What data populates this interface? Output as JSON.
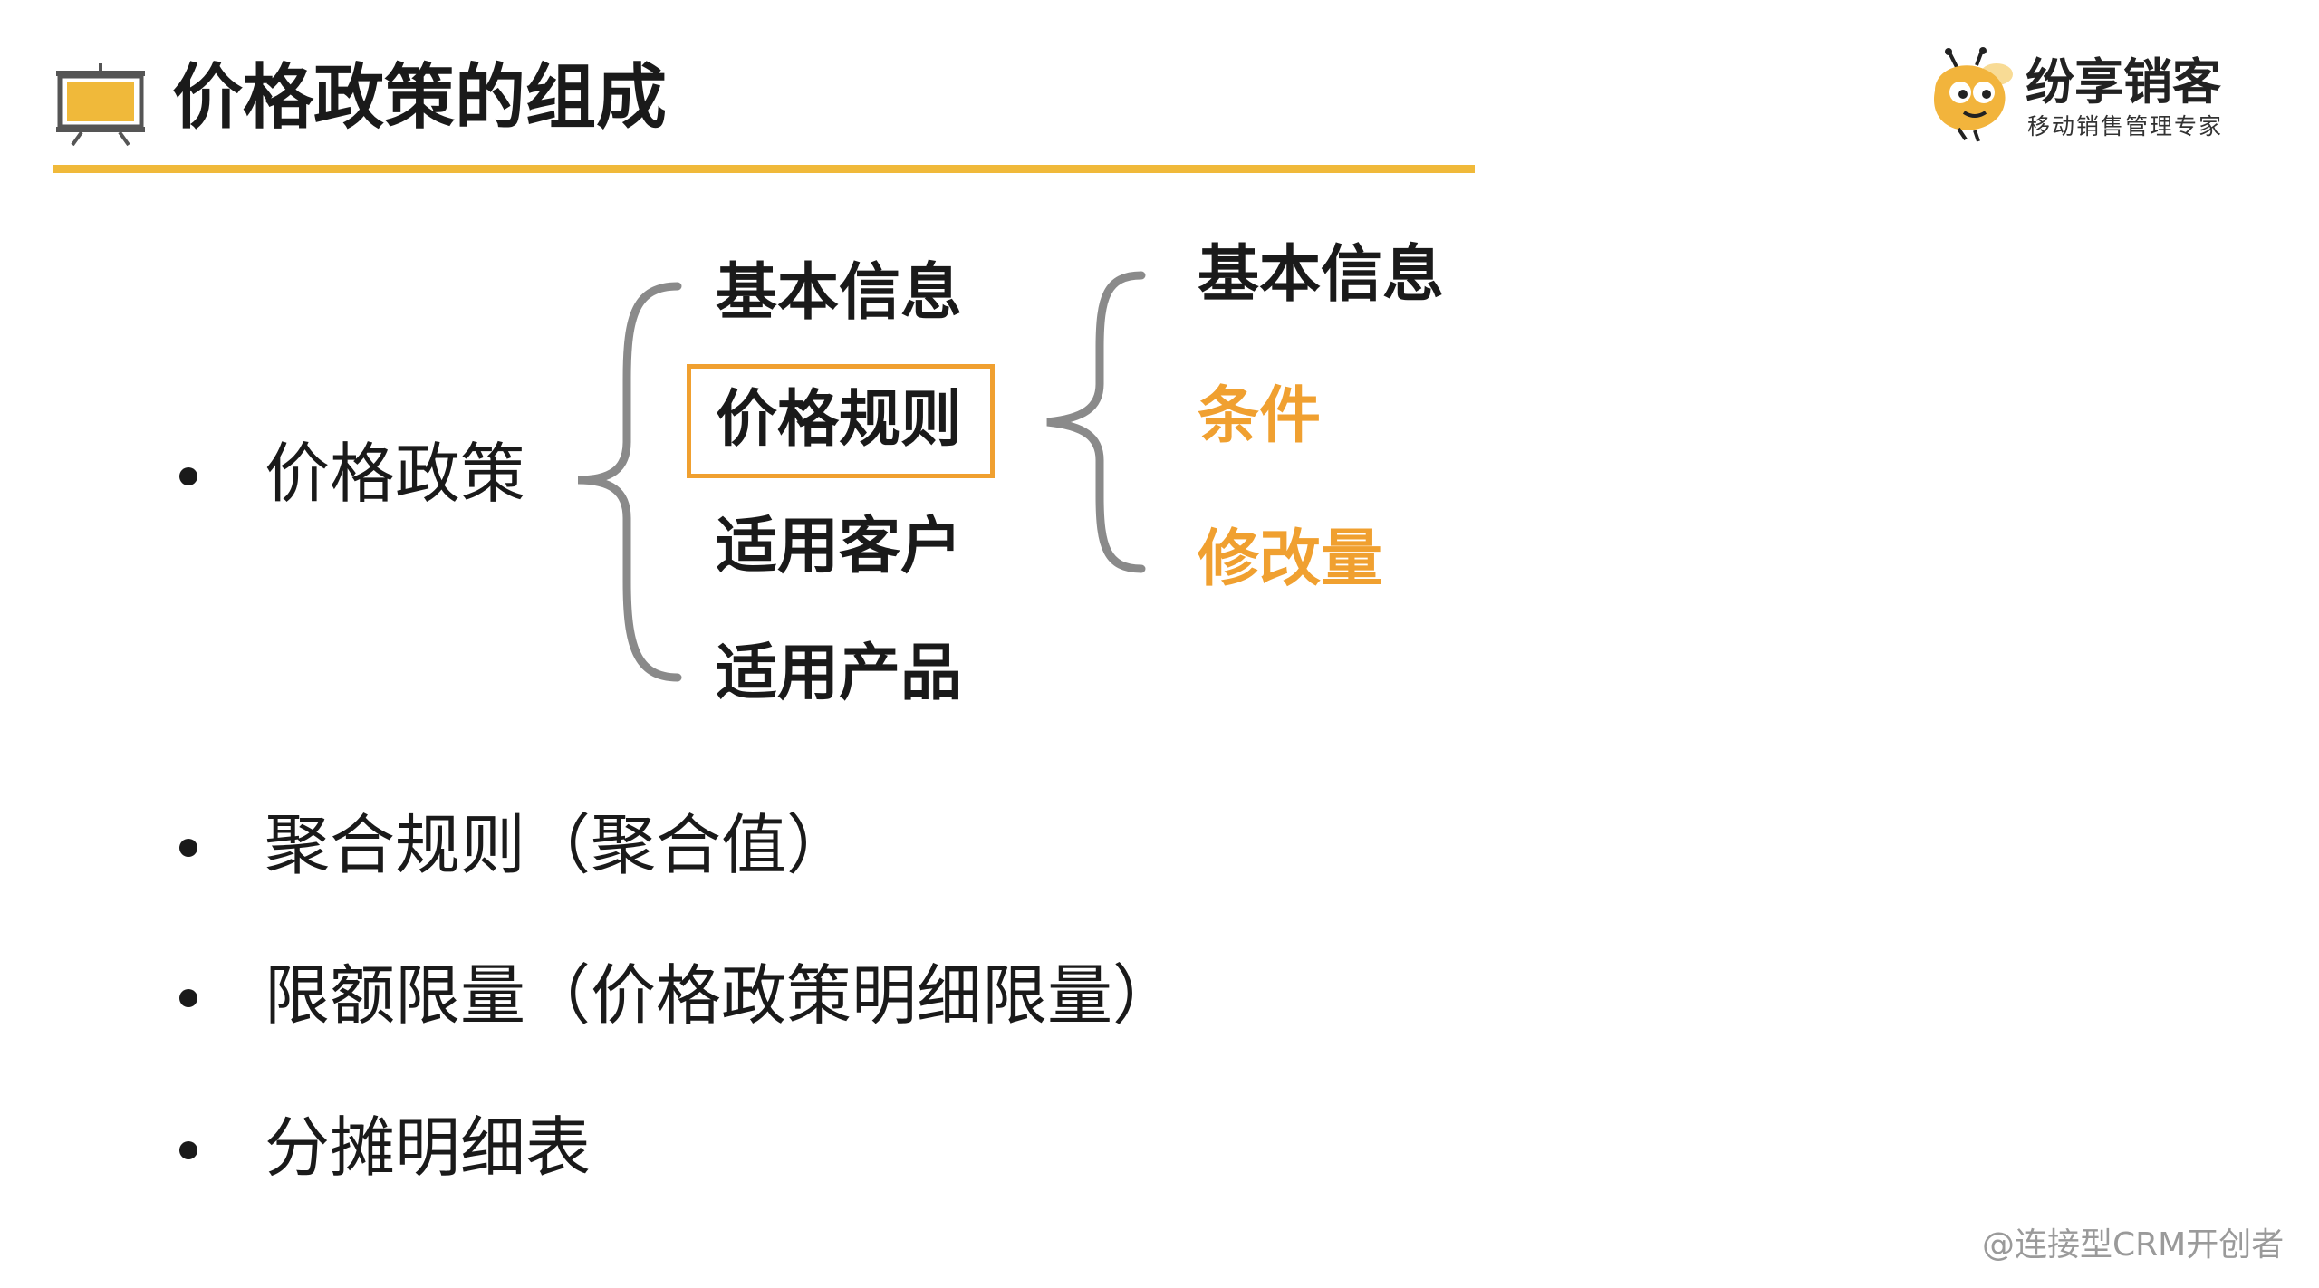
{
  "header": {
    "title": "价格政策的组成",
    "icon": "presentation-board-icon"
  },
  "brand": {
    "logo_icon": "bee-mascot-icon",
    "name": "纷享销客",
    "tagline": "移动销售管理专家"
  },
  "diagram": {
    "root": "价格政策",
    "level1": [
      "基本信息",
      "价格规则",
      "适用客户",
      "适用产品"
    ],
    "highlighted": "价格规则",
    "level2": [
      "基本信息",
      "条件",
      "修改量"
    ]
  },
  "bullets": [
    "聚合规则（聚合值）",
    "限额限量（价格政策明细限量）",
    "分摊明细表"
  ],
  "watermark": "@连接型CRM开创者",
  "colors": {
    "accent_yellow": "#f0b93a",
    "accent_orange": "#f0a030",
    "brace_gray": "#8a8a8a",
    "text": "#1a1a1a"
  }
}
